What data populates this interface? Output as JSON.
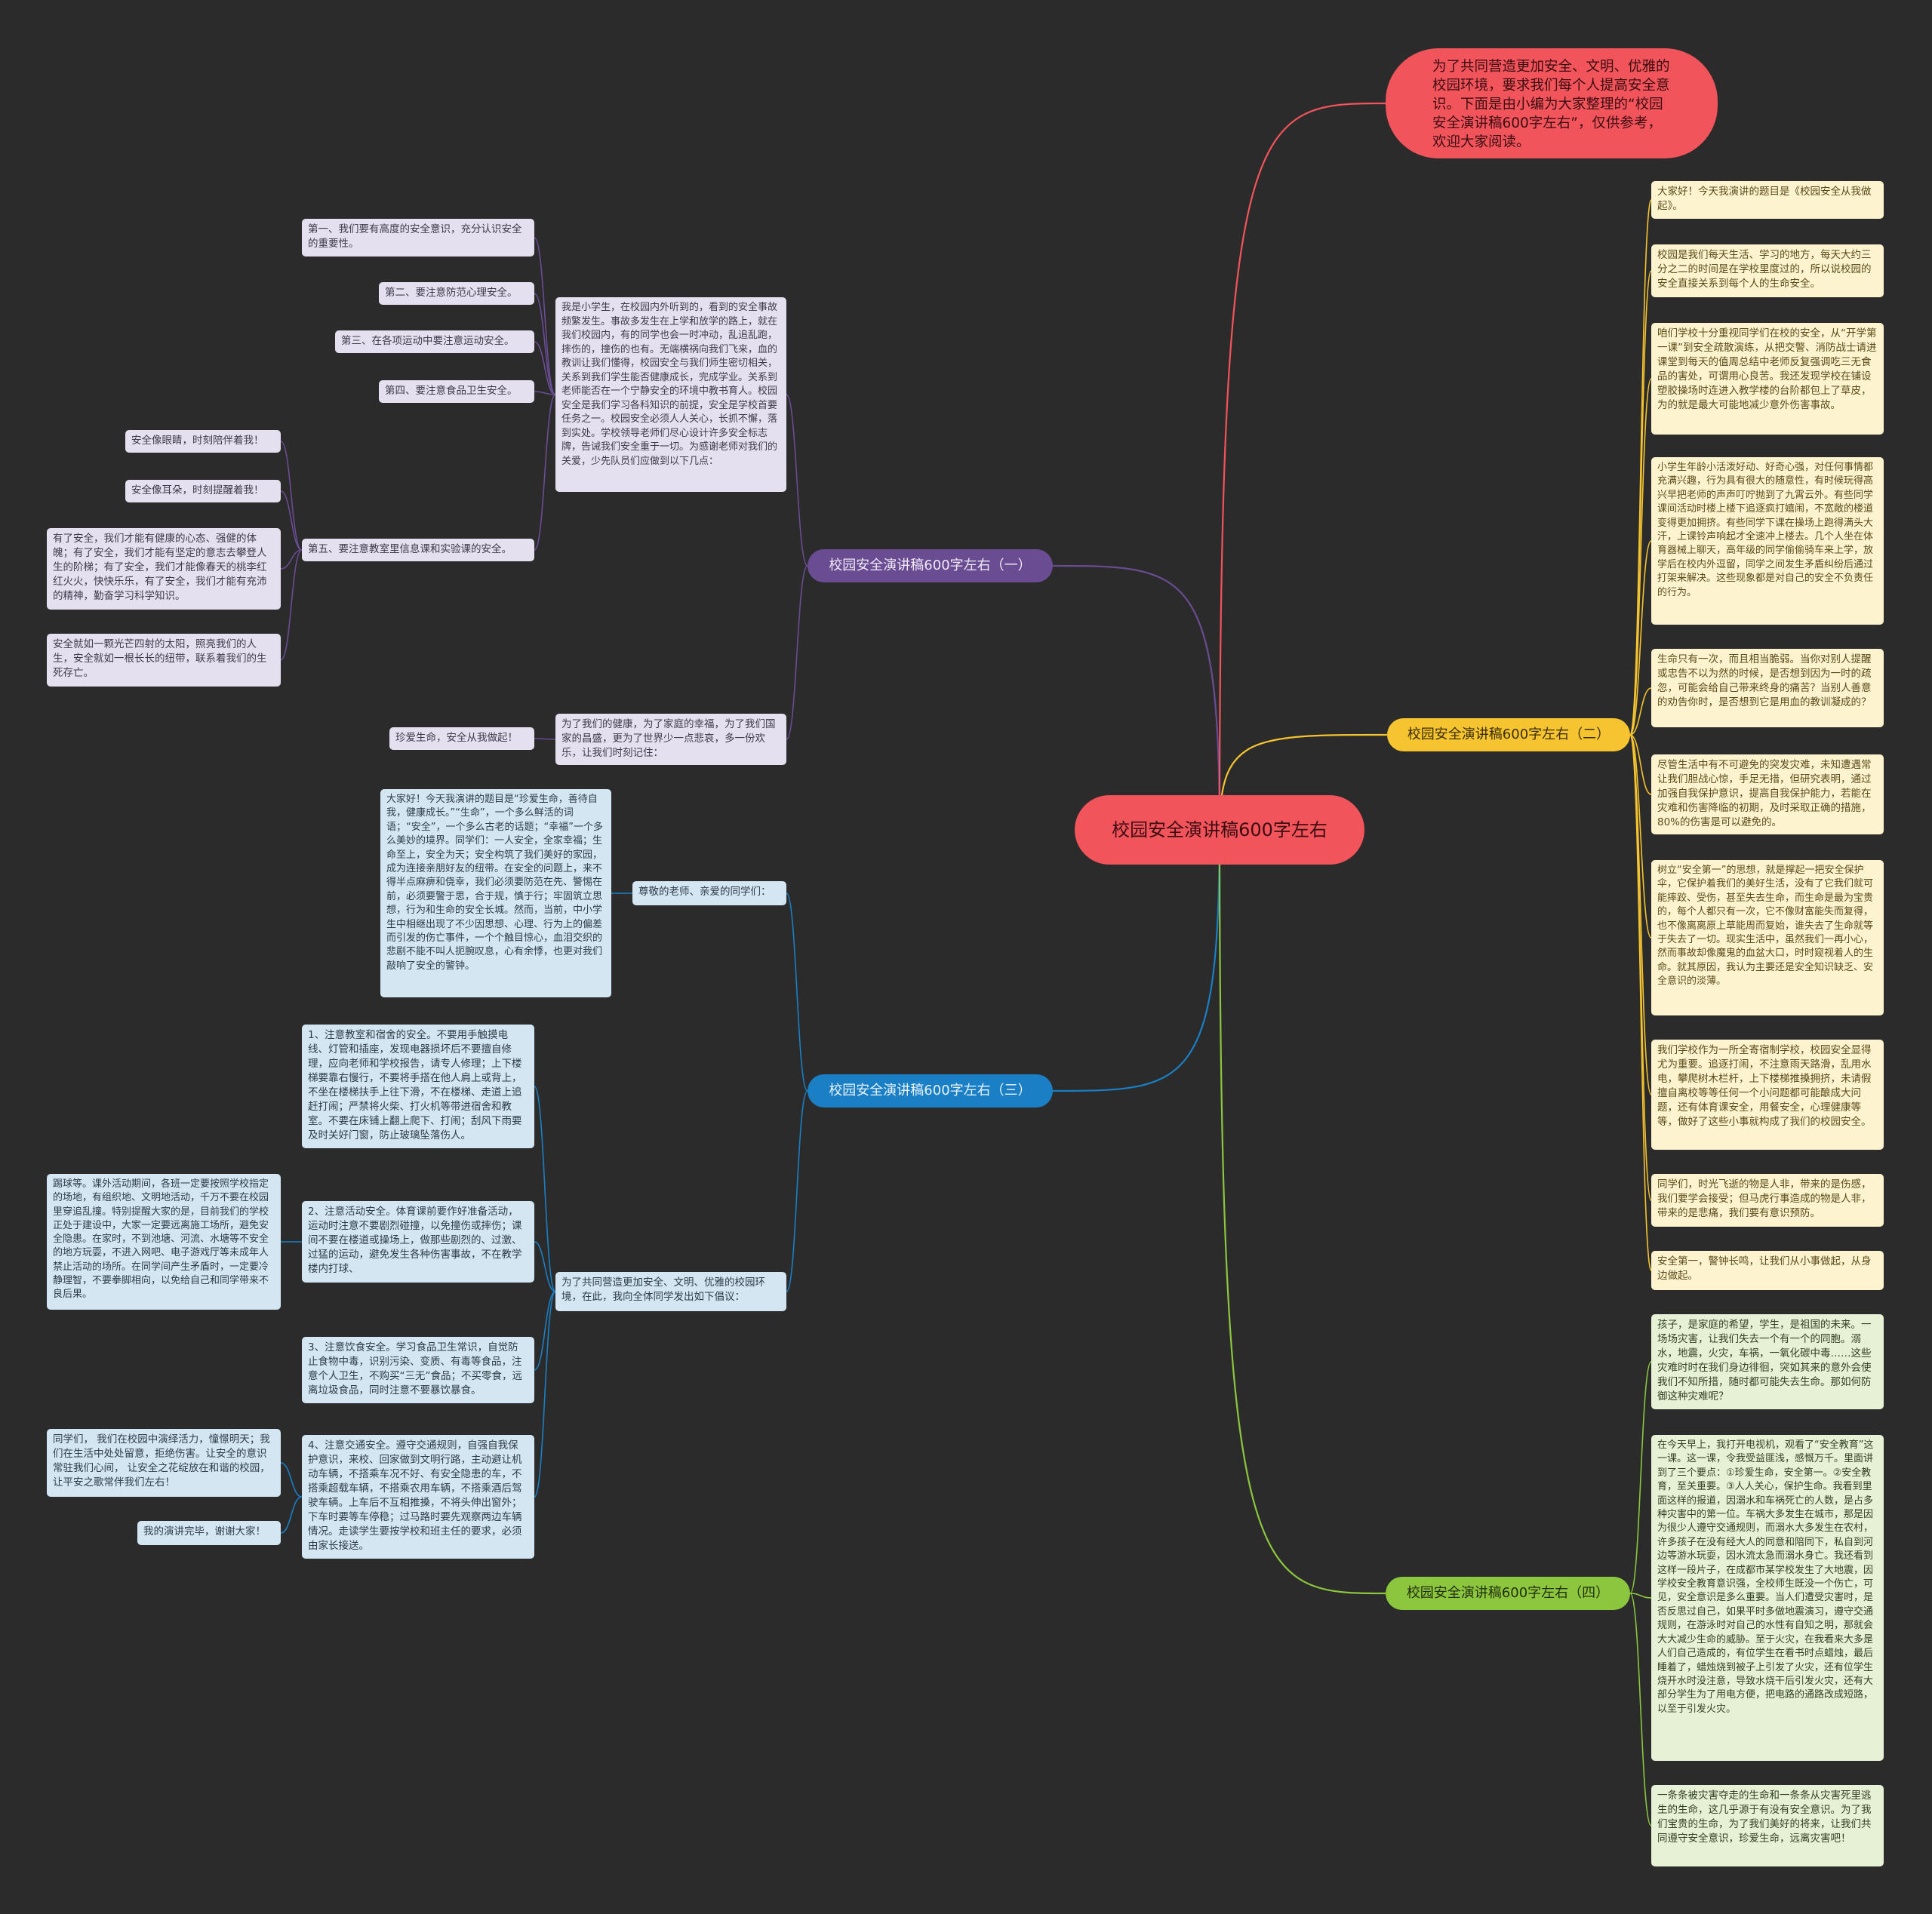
{
  "center": "校园安全演讲稿600字左右",
  "intro": "为了共同营造更加安全、文明、优雅的校园环境，要求我们每个人提高安全意识。下面是由小编为大家整理的“校园安全演讲稿600字左右”，仅供参考，欢迎大家阅读。",
  "branches": {
    "b1": "校园安全演讲稿600字左右（一）",
    "b2": "校园安全演讲稿600字左右（二）",
    "b3": "校园安全演讲稿600字左右（三）",
    "b4": "校园安全演讲稿600字左右（四）"
  },
  "colors": {
    "background": "#2b2b2b",
    "center": "#f2545b",
    "b1": "#6a4c93",
    "b2": "#f5c430",
    "b3": "#1a7fc4",
    "b4": "#8cc63f"
  },
  "b1": {
    "main": "我是小学生，在校园内外听到的，看到的安全事故频繁发生。事故多发生在上学和放学的路上，就在我们校园内，有的同学也会一时冲动，乱追乱跑，摔伤的，撞伤的也有。无端横祸向我们飞来，血的教训让我们懂得，校园安全与我们师生密切相关，关系到我们学生能否健康成长，完成学业。关系到老师能否在一个宁静安全的环境中教书育人。校园安全是我们学习各科知识的前提，安全是学校首要任务之一。校园安全必须人人关心，长抓不懈，落到实处。学校领导老师们尽心设计许多安全标志牌，告诫我们安全重于一切。为感谢老师对我们的关爱，少先队员们应做到以下几点：",
    "p1": "第一、我们要有高度的安全意识，充分认识安全的重要性。",
    "p2": "第二、要注意防范心理安全。",
    "p3": "第三、在各项运动中要注意运动安全。",
    "p4": "第四、要注意食品卫生安全。",
    "p5": "第五、要注意教室里信息课和实验课的安全。",
    "s1": "安全像眼睛，时刻陪伴着我！",
    "s2": "安全像耳朵，时刻提醒着我！",
    "s3": "有了安全，我们才能有健康的心态、强健的体魄；有了安全，我们才能有坚定的意志去攀登人生的阶梯；有了安全，我们才能像春天的桃李红红火火，快快乐乐，有了安全，我们才能有充沛的精神，勤奋学习科学知识。",
    "s4": "安全就如一颗光芒四射的太阳，照亮我们的人生，安全就如一根长长的纽带，联系着我们的生死存亡。",
    "end": "为了我们的健康，为了家庭的幸福，为了我们国家的昌盛，更为了世界少一点悲哀，多一份欢乐，让我们时刻记住：",
    "slogan": "珍爱生命，安全从我做起！"
  },
  "b2": [
    "大家好！今天我演讲的题目是《校园安全从我做起》。",
    "校园是我们每天生活、学习的地方，每天大约三分之二的时间是在学校里度过的，所以说校园的安全直接关系到每个人的生命安全。",
    "咱们学校十分重视同学们在校的安全，从“开学第一课”到安全疏散演练，从把交警、消防战士请进课堂到每天的值周总结中老师反复强调吃三无食品的害处，可谓用心良苦。我还发现学校在铺设塑胶操场时连进入教学楼的台阶都包上了草皮，为的就是最大可能地减少意外伤害事故。",
    "小学生年龄小活泼好动、好奇心强，对任何事情都充满兴趣，行为具有很大的随意性，有时候玩得高兴早把老师的声声叮咛抛到了九霄云外。有些同学课间活动时楼上楼下追逐疯打嬉闹，不宽敞的楼道变得更加拥挤。有些同学下课在操场上跑得满头大汗，上课铃声响起才全速冲上楼去。几个人坐在体育器械上聊天，高年级的同学偷偷骑车来上学，放学后在校内外逗留，同学之间发生矛盾纠纷后通过打架来解决。这些现象都是对自己的安全不负责任的行为。",
    "生命只有一次，而且相当脆弱。当你对别人提醒或忠告不以为然的时候，是否想到因为一时的疏忽，可能会给自己带来终身的痛苦？当别人善意的劝告你时，是否想到它是用血的教训凝成的？",
    "尽管生活中有不可避免的突发灾难，未知遭遇常让我们胆战心惊，手足无措，但研究表明，通过加强自我保护意识，提高自我保护能力，若能在灾难和伤害降临的初期，及时采取正确的措施，80%的伤害是可以避免的。",
    "树立“安全第一”的思想，就是撑起一把安全保护伞，它保护着我们的美好生活，没有了它我们就可能摔跤、受伤，甚至失去生命，而生命是最为宝贵的，每个人都只有一次，它不像财富能失而复得，也不像离离原上草能周而复始，谁失去了生命就等于失去了一切。现实生活中，虽然我们一再小心，然而事故却像魔鬼的血盆大口，时时窥视着人的生命。就其原因，我认为主要还是安全知识缺乏、安全意识的淡薄。",
    "我们学校作为一所全寄宿制学校，校园安全显得尤为重要。追逐打闹，不注意雨天路滑，乱用水电，攀爬树木栏杆，上下楼梯推搡拥挤，未请假擅自离校等等任何一个小问题都可能酿成大问题，还有体育课安全，用餐安全，心理健康等等，做好了这些小事就构成了我们的校园安全。",
    "同学们，时光飞逝的物是人非，带来的是伤感，我们要学会接受；但马虎行事造成的物是人非，带来的是悲痛，我们要有意识预防。",
    "安全第一，警钟长鸣，让我们从小事做起，从身边做起。"
  ],
  "b3": {
    "greet": "尊敬的老师、亲爱的同学们：",
    "speech": "大家好！今天我演讲的题目是“珍爱生命，善待自我，健康成长。”“生命”，一个多么鲜活的词语；“安全”，一个多么古老的话题；“幸福”一个多么美妙的境界。同学们：一人安全，全家幸福；生命至上，安全为天；安全构筑了我们美好的家园，成为连接亲朋好友的纽带。在安全的问题上，来不得半点麻痹和侥幸，我们必须要防范在先、警惕在前，必须要警于思，合于规，慎于行；牢固筑立思想，行为和生命的安全长城。然而，当前，中小学生中相继出现了不少因思想、心理、行为上的偏差而引发的伤亡事件，一个个触目惊心，血泪交织的悲剧不能不叫人扼腕叹息，心有余悸，也更对我们敲响了安全的警钟。",
    "call": "为了共同营造更加安全、文明、优雅的校园环境，在此，我向全体同学发出如下倡议：",
    "i1": "1、注意教室和宿舍的安全。不要用手触摸电线、灯管和插座，发现电器损坏后不要擅自修理，应向老师和学校报告，请专人修理；上下楼梯要靠右慢行，不要将手搭在他人肩上或背上，不坐在楼梯扶手上往下滑，不在楼梯、走道上追赶打闹；严禁将火柴、打火机等带进宿舍和教室。不要在床铺上翻上爬下、打闹；刮风下雨要及时关好门窗，防止玻璃坠落伤人。",
    "i2": "2、注意活动安全。体育课前要作好准备活动，运动时注意不要剧烈碰撞，以免撞伤或摔伤；课间不要在楼道或操场上，做那些剧烈的、过激、过猛的运动，避免发生各种伤害事故，不在教学楼内打球、",
    "i2b": "踢球等。课外活动期间，各班一定要按照学校指定的场地，有组织地、文明地活动，千万不要在校园里穿追乱撞。特别提醒大家的是，目前我们的学校正处于建设中，大家一定要远离施工场所，避免安全隐患。在家时，不到池塘、河流、水塘等不安全的地方玩耍，不进入网吧、电子游戏厅等未成年人禁止活动的场所。在同学间产生矛盾时，一定要冷静理智，不要拳脚相向，以免给自己和同学带来不良后果。",
    "i3": "3、注意饮食安全。学习食品卫生常识，自觉防止食物中毒，识别污染、变质、有毒等食品，注意个人卫生，不购买“三无”食品；不买零食，远离垃圾食品，同时注意不要暴饮暴食。",
    "i4": "4、注意交通安全。遵守交通规则，自强自我保护意识，来校、回家做到文明行路，主动避让机动车辆，不搭乘车况不好、有安全隐患的车，不搭乘超载车辆，不搭乘农用车辆，不搭乘酒后驾驶车辆。上车后不互相推搡，不将头伸出窗外；下车时要等车停稳；过马路时要先观察两边车辆情况。走读学生要按学校和班主任的要求，必须由家长接送。",
    "i4a": "同学们， 我们在校园中演绎活力，憧憬明天；我们在生活中处处留意，拒绝伤害。让安全的意识常驻我们心间， 让安全之花绽放在和谐的校园， 让平安之歌常伴我们左右！",
    "i4b": "我的演讲完毕，谢谢大家！"
  },
  "b4": [
    "孩子，是家庭的希望，学生，是祖国的未来。一场场灾害，让我们失去一个有一个的同胞。溺水，地震，火灾，车祸，一氧化碳中毒……这些灾难时时在我们身边徘徊，突如其来的意外会使我们不知所措，随时都可能失去生命。那如何防御这种灾难呢？",
    "在今天早上，我打开电视机，观看了“安全教育”这一课。这一课，令我受益匪浅，感慨万千。里面讲到了三个要点：①珍爱生命，安全第一。②安全教育，至关重要。③人人关心，保护生命。我看到里面这样的报道，因溺水和车祸死亡的人数，是占多种灾害中的第一位。车祸大多发生在城市，那是因为很少人遵守交通规则，而溺水大多发生在农村，许多孩子在没有经大人的同意和陪同下，私自到河边等游水玩耍，因水流太急而溺水身亡。我还看到这样一段片子，在成都市某学校发生了大地震，因学校安全教育意识强，全校师生既没一个伤亡，可见，安全意识是多么重要。当人们遭受灾害时，是否反思过自己，如果平时多做地震演习，遵守交通规则，在游泳时对自己的水性有自知之明，那就会大大减少生命的威胁。至于火灾，在我看来大多是人们自己造成的，有位学生在看书时点蜡烛，最后睡着了，蜡烛烧到被子上引发了火灾，还有位学生烧开水时没注意，导致水烧干后引发火灾，还有大部分学生为了用电方便，把电路的通路改成短路，以至于引发火灾。",
    "一条条被灾害夺走的生命和一条条从灾害死里逃生的生命，这几乎源于有没有安全意识。为了我们宝贵的生命，为了我们美好的将来，让我们共同遵守安全意识，珍爱生命，远离灾害吧！"
  ]
}
